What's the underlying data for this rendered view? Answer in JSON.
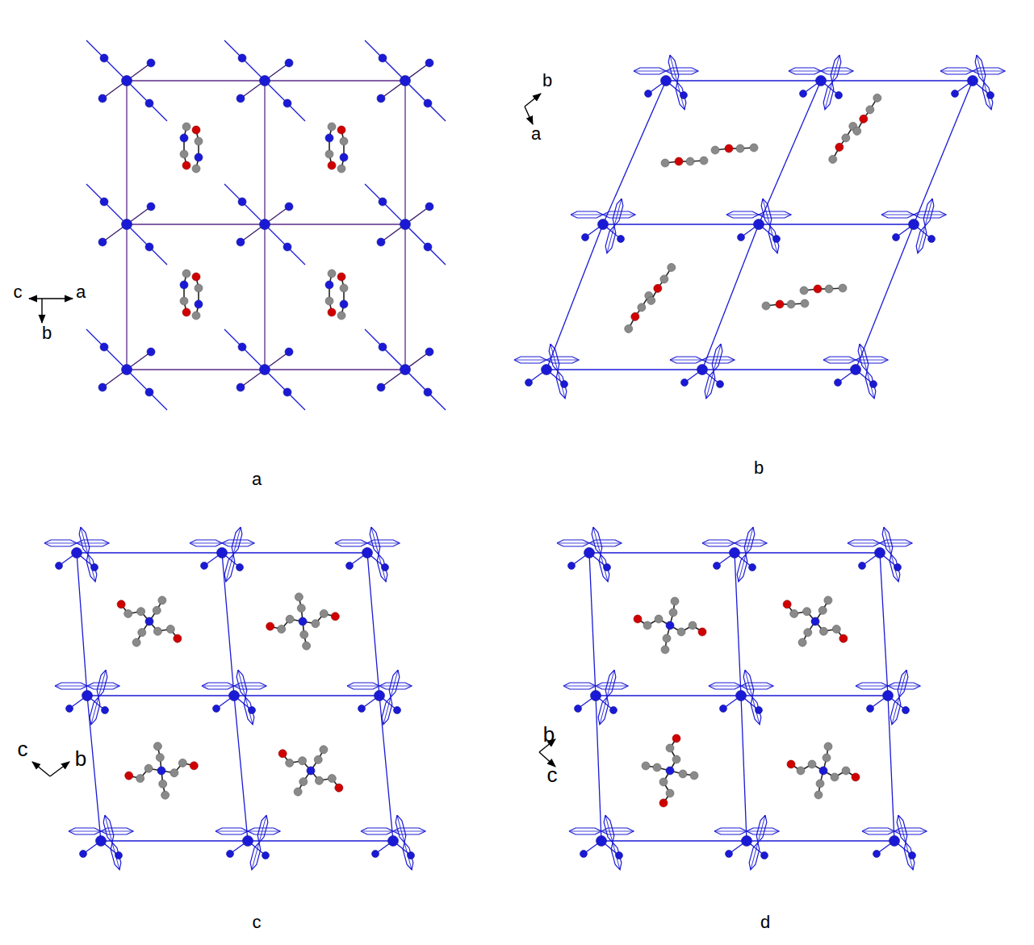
{
  "diagram": {
    "labels": [
      "c",
      "a",
      "b",
      "a",
      "b",
      "a",
      "b",
      "c",
      "b",
      "c",
      "b",
      "c",
      "d"
    ]
  }
}
